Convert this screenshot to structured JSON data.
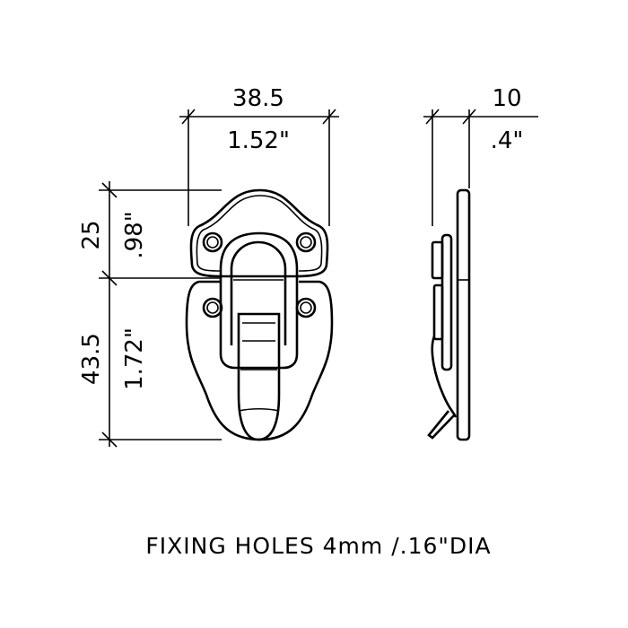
{
  "dimensions": {
    "width_mm": "38.5",
    "width_in": "1.52\"",
    "depth_mm": "10",
    "depth_in": ".4\"",
    "top_height_mm": "25",
    "top_height_in": ".98\"",
    "bottom_height_mm": "43.5",
    "bottom_height_in": "1.72\""
  },
  "caption": "FIXING HOLES 4mm /.16\"DIA"
}
